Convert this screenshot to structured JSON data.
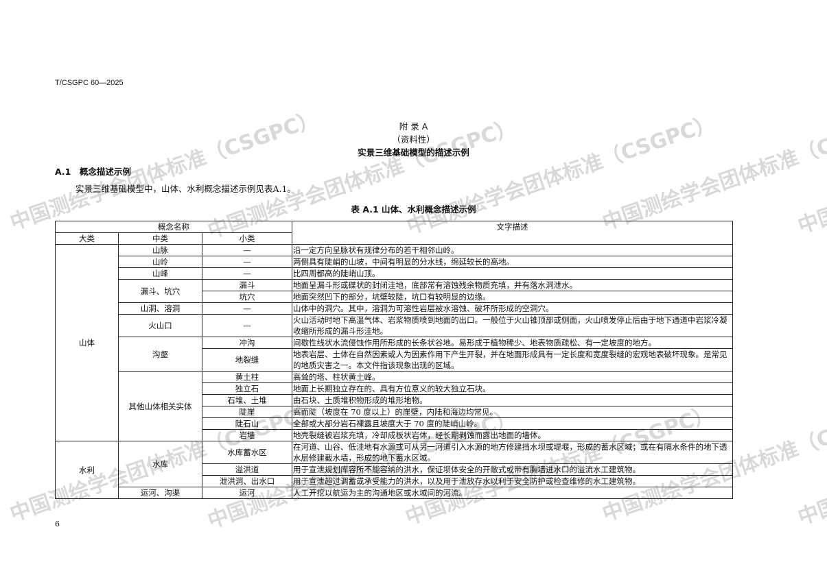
{
  "header": {
    "doc_code": "T/CSGPC 60—2025"
  },
  "appendix": {
    "title": "附 录 A",
    "nature": "（资料性）",
    "subtitle": "实景三维基础模型的描述示例"
  },
  "section": {
    "title": "A.1　概念描述示例",
    "paragraph": "实景三维基础模型中，山体、水利概念描述示例见表A.1。"
  },
  "table": {
    "caption": "表 A.1 山体、水利概念描述示例",
    "head_concept": "概念名称",
    "head_desc": "文字描述",
    "head_major": "大类",
    "head_middle": "中类",
    "head_minor": "小类",
    "groups": [
      {
        "name": "山体",
        "mids": [
          {
            "name": "山脉",
            "subs": [
              {
                "name": "—",
                "desc": "沿一定方向呈脉状有规律分布的若干相邻山岭。"
              }
            ]
          },
          {
            "name": "山岭",
            "subs": [
              {
                "name": "—",
                "desc": "两侧具有陡峭的山坡，中间有明显的分水线，绵延较长的高地。"
              }
            ]
          },
          {
            "name": "山峰",
            "subs": [
              {
                "name": "—",
                "desc": "比四周都高的陡峭山顶。"
              }
            ]
          },
          {
            "name": "漏斗、坑穴",
            "subs": [
              {
                "name": "漏斗",
                "desc": "地面呈漏斗形或碟状的封闭洼地，底部常有溶蚀残余物质充填，并有落水洞泄水。"
              },
              {
                "name": "坑穴",
                "desc": "地面突然凹下的部分，坑壁较陡，坑口有较明显的边缘。"
              }
            ]
          },
          {
            "name": "山洞、溶洞",
            "subs": [
              {
                "name": "—",
                "desc": "山体中的洞穴。其中，溶洞为可溶性岩层被水溶蚀、破坏所形成的空洞穴。"
              }
            ]
          },
          {
            "name": "火山口",
            "subs": [
              {
                "name": "—",
                "desc": "火山活动时地下高温气体、岩浆物质喷到地面的出口。一般位于火山锥顶部或侧面，火山喷发停止后由于地下通道中岩浆冷凝收缩所形成的漏斗形洼地。"
              }
            ]
          },
          {
            "name": "沟壑",
            "subs": [
              {
                "name": "冲沟",
                "desc": "间歇性线状水流侵蚀作用所形成的长条状谷地。易形成于植物稀少、地表物质疏松、有一定坡度的地方。"
              },
              {
                "name": "地裂缝",
                "desc": "地表岩层、土体在自然因素或人为因素作用下产生开裂，并在地面形成具有一定长度和宽度裂缝的宏观地表破坏现象。是常见的地质灾害之一。本文件指该现象出现的区域。"
              }
            ]
          },
          {
            "name": "其他山体相关实体",
            "subs": [
              {
                "name": "黄土柱",
                "desc": "高耸的塔、柱状黄土峰。"
              },
              {
                "name": "独立石",
                "desc": "地面上长期独立存在的、具有方位意义的较大独立石块。"
              },
              {
                "name": "石堆、土堆",
                "desc": "由石块、土质堆积物形成的堆形地物。"
              },
              {
                "name": "陡崖",
                "desc": "高而陡（坡度在 70 度以上）的崖壁，内陆和海边均常见。"
              },
              {
                "name": "陡石山",
                "desc": "全部或大部分岩石裸露且坡度大于 70 度的陡峭山岭。"
              },
              {
                "name": "岩墙",
                "desc": "地壳裂缝被岩浆充填，冷却成板状岩体，经长期剥蚀而露出地面的墙体。"
              }
            ]
          }
        ]
      },
      {
        "name": "水利",
        "mids": [
          {
            "name": "水库",
            "subs": [
              {
                "name": "水库蓄水区",
                "desc": "在河道、山谷、低洼地有水源或可从另一河道引入水源的地方修建挡水坝或堤堰，形成的蓄水区域；或在有隔水条件的地下透水层修建截水墙，形成的地下蓄水区域。"
              },
              {
                "name": "溢洪道",
                "desc": "用于宣泄规划库容所不能容纳的洪水，保证坝体安全的开敞式或带有胸墙进水口的溢流水工建筑物。"
              },
              {
                "name": "泄洪洞、出水口",
                "desc": "用于宣泄超过调蓄或承受能力的洪水，以及用于泄放存水以利于安全防护或检查维修的水工建筑物。"
              }
            ]
          },
          {
            "name": "运河、沟渠",
            "subs": [
              {
                "name": "运河",
                "desc": "人工开挖以航运为主的沟通地区或水域间的河流。"
              }
            ]
          }
        ]
      }
    ]
  },
  "page_number": "6",
  "watermark": "中国测绘学会团体标准（CSGPC）"
}
